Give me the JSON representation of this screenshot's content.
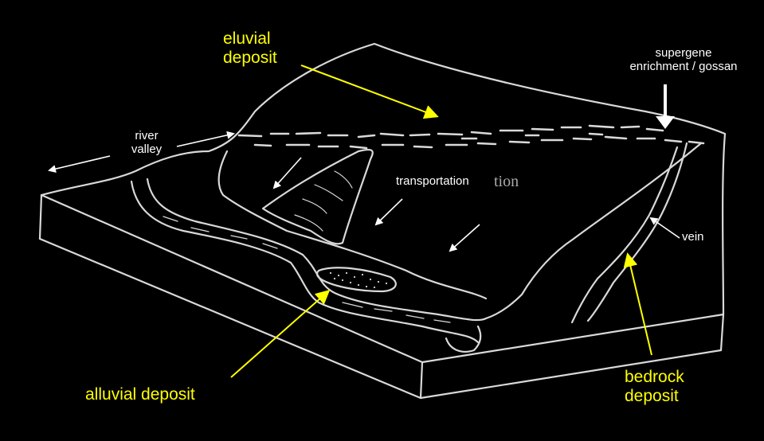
{
  "labels": {
    "eluvial_line1": "eluvial",
    "eluvial_line2": "deposit",
    "supergene_line1": "supergene",
    "supergene_line2": "enrichment / gossan",
    "river_line1": "river",
    "river_line2": "valley",
    "transportation": "transportation",
    "transportation_ghost": "tion",
    "vein": "vein",
    "alluvial": "alluvial deposit",
    "bedrock_line1": "bedrock",
    "bedrock_line2": "deposit"
  },
  "colors": {
    "background": "#000000",
    "sketch": "#d9d9d9",
    "white_label": "#ffffff",
    "yellow_label": "#ffff00",
    "arrow_white": "#ffffff",
    "arrow_yellow": "#ffff00"
  }
}
